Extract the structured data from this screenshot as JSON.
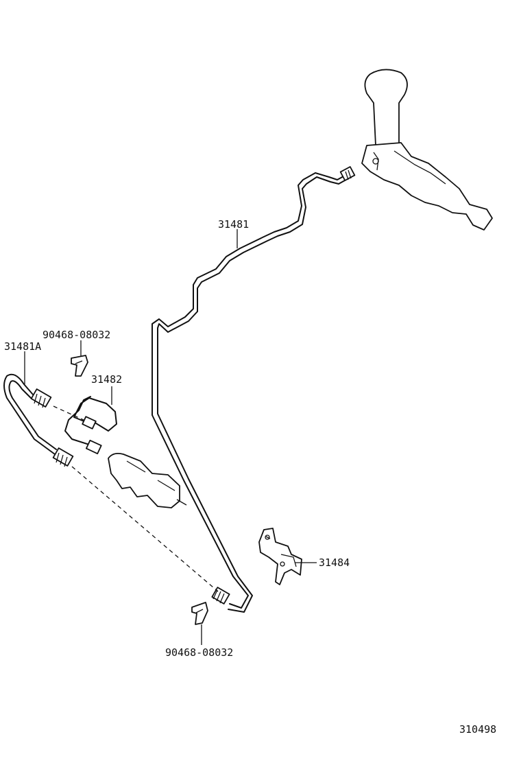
{
  "labels": {
    "pipe_main": "31481",
    "pipe_flex": "31481A",
    "clip_top": "90468-08032",
    "pipe_short": "31482",
    "bracket": "31484",
    "clip_bottom": "90468-08032",
    "figure_number": "310498"
  }
}
